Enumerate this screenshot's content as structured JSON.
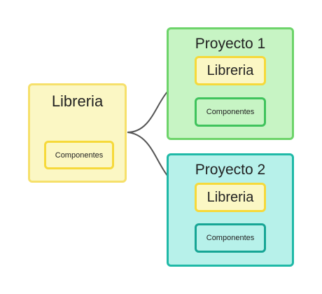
{
  "source": {
    "title": "Libreria",
    "component": "Componentes"
  },
  "projects": [
    {
      "title": "Proyecto 1",
      "library": "Libreria",
      "component": "Componentes"
    },
    {
      "title": "Proyecto 2",
      "library": "Libreria",
      "component": "Componentes"
    }
  ],
  "colors": {
    "library_fill": "#fbf7c4",
    "library_border": "#f6e06b",
    "project1_fill": "#c7f4c4",
    "project1_border": "#6dd46a",
    "project2_fill": "#b7f1ea",
    "project2_border": "#1fb9a7",
    "connector": "#555555"
  }
}
